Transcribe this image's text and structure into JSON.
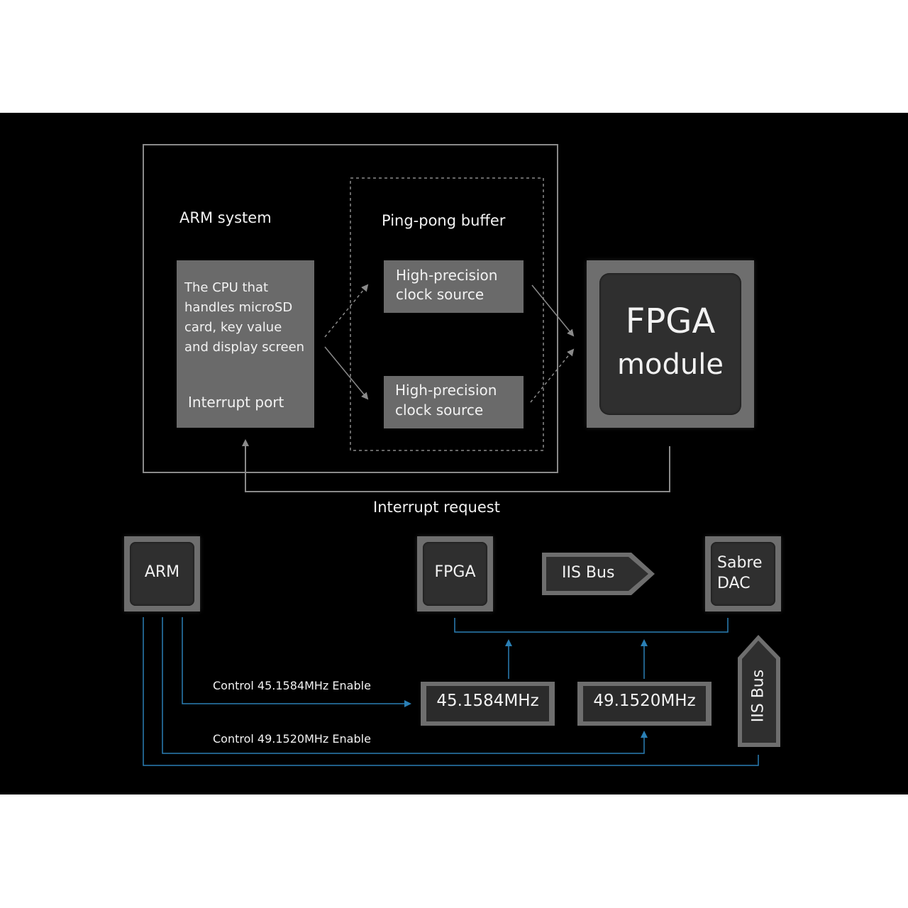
{
  "top": {
    "arm_system_label": "ARM system",
    "pingpong_label": "Ping-pong buffer",
    "cpu_lines": [
      "The CPU that",
      "handles microSD",
      "card, key value",
      "and display screen"
    ],
    "interrupt_port": "Interrupt port",
    "clock_source_1": [
      "High-precision",
      "clock source"
    ],
    "clock_source_2": [
      "High-precision",
      "clock source"
    ],
    "fpga_module": [
      "FPGA",
      "module"
    ],
    "interrupt_request": "Interrupt request"
  },
  "bottom": {
    "arm": "ARM",
    "fpga": "FPGA",
    "iis_bus_horizontal": "IIS Bus",
    "sabre_dac": [
      "Sabre",
      "DAC"
    ],
    "freq_1": "45.1584MHz",
    "freq_2": "49.1520MHz",
    "iis_bus_vertical": "IIS Bus",
    "control_1": "Control 45.1584MHz Enable",
    "control_2": "Control 49.1520MHz Enable"
  },
  "colors": {
    "background": "#000000",
    "line_gray": "#8a8a8a",
    "line_blue": "#2a7fb5",
    "box_gray": "#6a6a6a",
    "chip_dark": "#2f2f2f"
  }
}
